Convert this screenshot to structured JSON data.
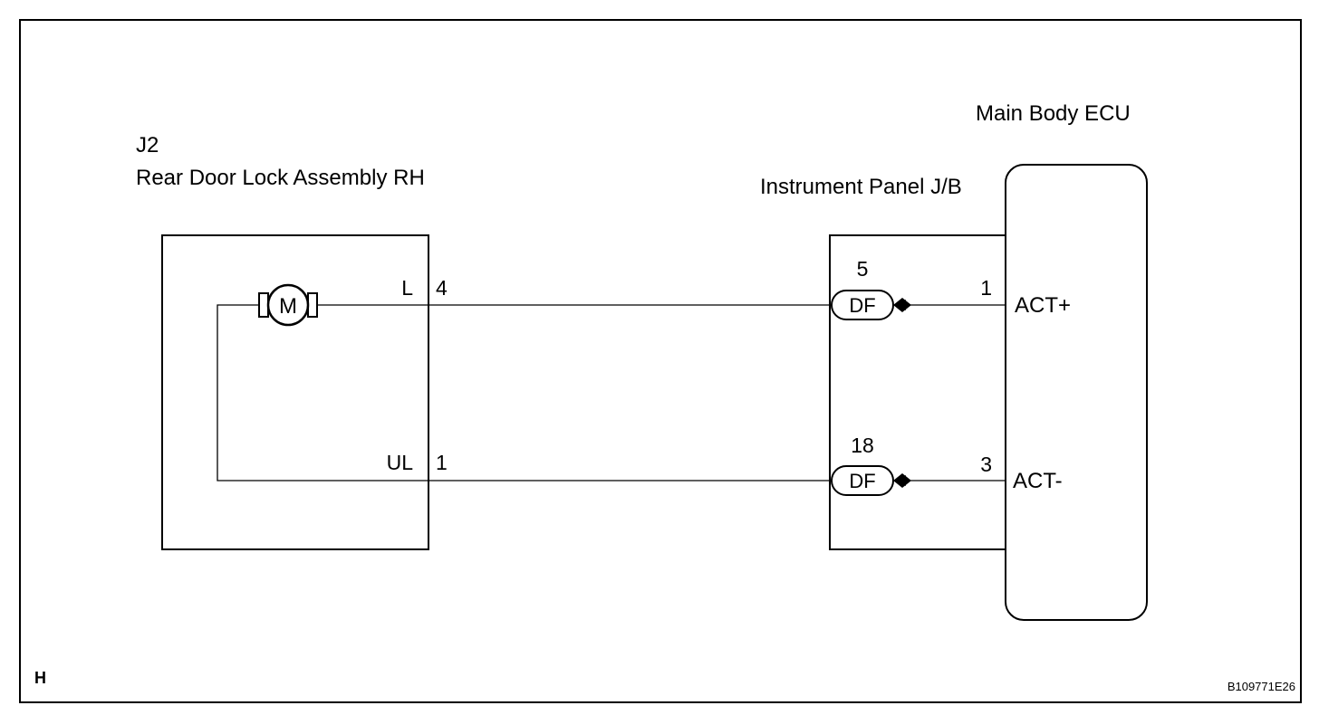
{
  "figure_id": "B109771E26",
  "corner_label": "H",
  "ecu": {
    "title": "Main Body ECU"
  },
  "junction_block": {
    "title": "Instrument Panel J/B"
  },
  "component": {
    "code": "J2",
    "name": "Rear Door Lock Assembly RH",
    "motor_symbol": "M"
  },
  "circuits": [
    {
      "component_terminal_label": "L",
      "component_pin": "4",
      "jb_connector": "DF",
      "jb_pin": "5",
      "ecu_pin": "1",
      "ecu_signal": "ACT+"
    },
    {
      "component_terminal_label": "UL",
      "component_pin": "1",
      "jb_connector": "DF",
      "jb_pin": "18",
      "ecu_pin": "3",
      "ecu_signal": "ACT-"
    }
  ]
}
